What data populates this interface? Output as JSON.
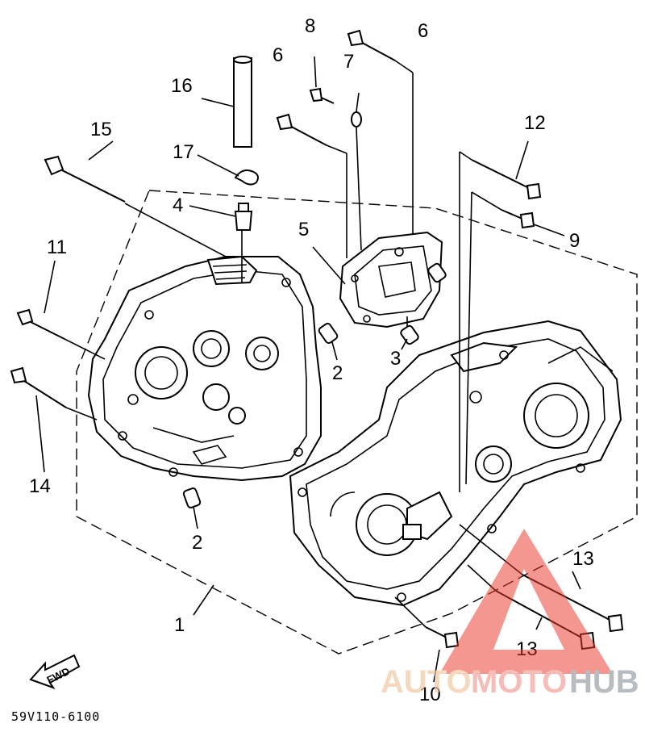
{
  "diagram": {
    "callouts": {
      "c1": "1",
      "c2a": "2",
      "c2b": "2",
      "c3": "3",
      "c4": "4",
      "c5": "5",
      "c6a": "6",
      "c6b": "6",
      "c7": "7",
      "c8": "8",
      "c9": "9",
      "c10": "10",
      "c11": "11",
      "c12": "12",
      "c13a": "13",
      "c13b": "13",
      "c14": "14",
      "c15": "15",
      "c16": "16",
      "c17": "17"
    },
    "drawing_code": "59V110-6100",
    "direction_arrow_label": "FWD",
    "watermark": {
      "auto": "AUTO",
      "moto": "MOTO",
      "hub": "HUB"
    },
    "colors": {
      "line": "#000000",
      "watermark_red": "#e8392b",
      "watermark_orange": "#f0a35e",
      "watermark_gray": "#6b7178"
    }
  }
}
